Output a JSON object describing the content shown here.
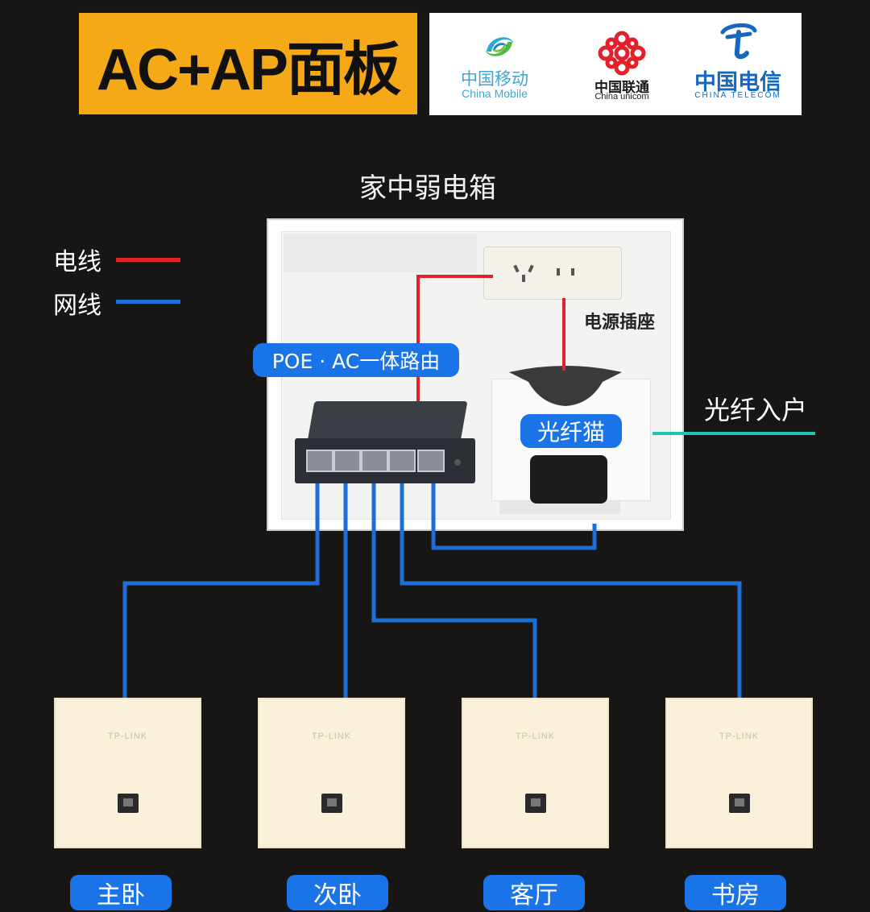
{
  "title": "AC+AP面板",
  "operators": [
    {
      "name_cn": "中国移动",
      "name_en": "China Mobile",
      "icon": "china-mobile-logo"
    },
    {
      "name_cn": "中国联通",
      "name_en": "China unicom",
      "icon": "china-unicom-logo"
    },
    {
      "name_cn": "中国电信",
      "name_en": "CHINA TELECOM",
      "icon": "china-telecom-logo"
    }
  ],
  "cabinet_title": "家中弱电箱",
  "legend": {
    "power": {
      "label": "电线",
      "color": "#e0232a"
    },
    "network": {
      "label": "网线",
      "color": "#1c6fd6"
    }
  },
  "components": {
    "router": "POE · AC一体路由",
    "socket": "电源插座",
    "modem": "光纤猫",
    "fiber_in": "光纤入户"
  },
  "fiber_color": "#1fc4b4",
  "ap_brand": "TP-LINK",
  "rooms": [
    "主卧",
    "次卧",
    "客厅",
    "书房"
  ]
}
